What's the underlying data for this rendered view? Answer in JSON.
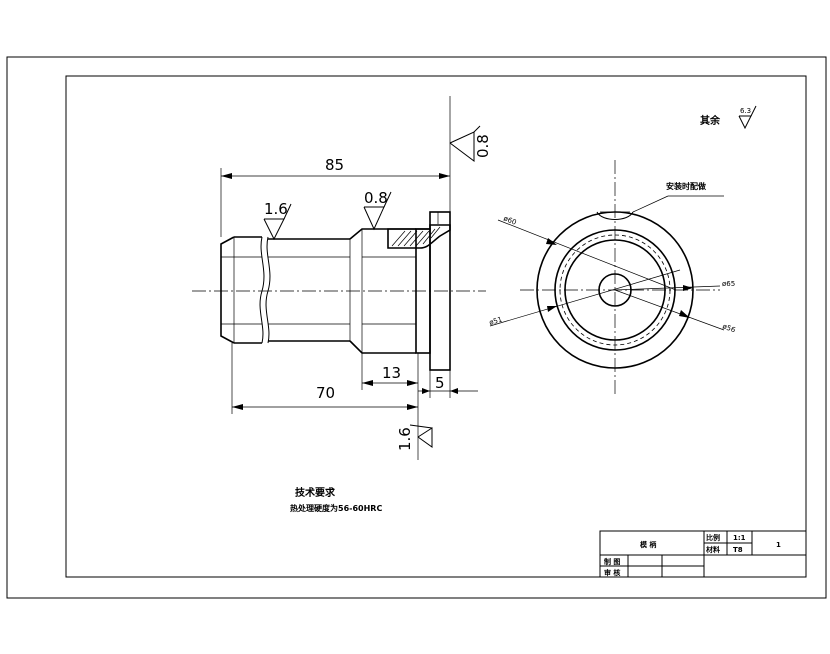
{
  "dimensions": {
    "length_total": "85",
    "length_70": "70",
    "length_13": "13",
    "length_5": "5",
    "dia_60": "ø60",
    "dia_65": "ø65",
    "dia_51": "ø51",
    "dia_56": "ø56"
  },
  "roughness": {
    "right_face": "0.8",
    "shaft": "1.6",
    "shoulder": "0.8",
    "bottom": "1.6",
    "rest_value": "6.3",
    "rest_label": "其余"
  },
  "notes": {
    "assembly_note": "安装时配做",
    "tech_title": "技术要求",
    "tech_line1": "热处理硬度为56-60HRC"
  },
  "title_block": {
    "part_name": "模      柄",
    "scale_label": "比例",
    "scale_value": "1:1",
    "material_label": "材料",
    "material_value": "T8",
    "sheet_no": "1",
    "drawn_label": "制 图",
    "checked_label": "审 核"
  }
}
